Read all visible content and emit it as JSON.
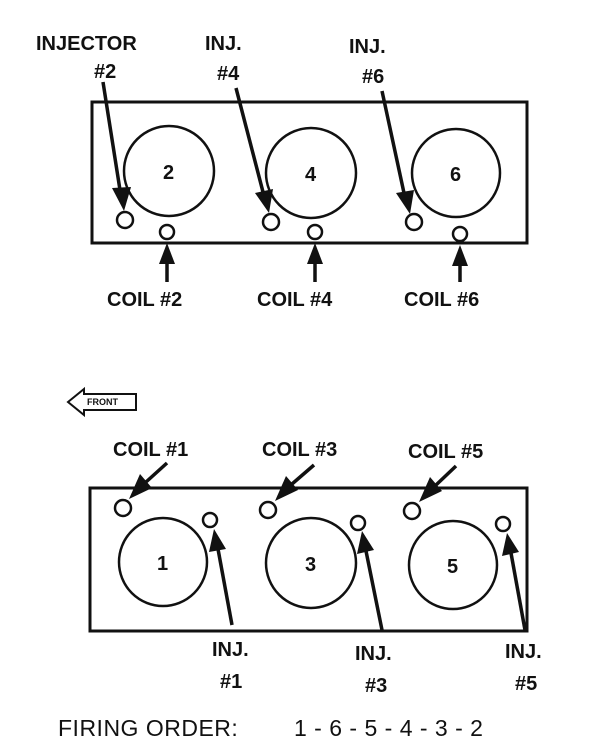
{
  "top_bank": {
    "cylinders": [
      "2",
      "4",
      "6"
    ],
    "injector_labels": [
      {
        "line1": "INJECTOR",
        "line2": "#2"
      },
      {
        "line1": "INJ.",
        "line2": "#4"
      },
      {
        "line1": "INJ.",
        "line2": "#6"
      }
    ],
    "coil_labels": [
      "COIL #2",
      "COIL #4",
      "COIL #6"
    ]
  },
  "front_marker": {
    "label": "FRONT",
    "direction": "left"
  },
  "bottom_bank": {
    "cylinders": [
      "1",
      "3",
      "5"
    ],
    "coil_labels": [
      "COIL #1",
      "COIL #3",
      "COIL #5"
    ],
    "injector_labels": [
      {
        "line1": "INJ.",
        "line2": "#1"
      },
      {
        "line1": "INJ.",
        "line2": "#3"
      },
      {
        "line1": "INJ.",
        "line2": "#5"
      }
    ]
  },
  "firing_order": {
    "label": "FIRING ORDER:",
    "sequence": "1 - 6 - 5 - 4 - 3 - 2"
  }
}
